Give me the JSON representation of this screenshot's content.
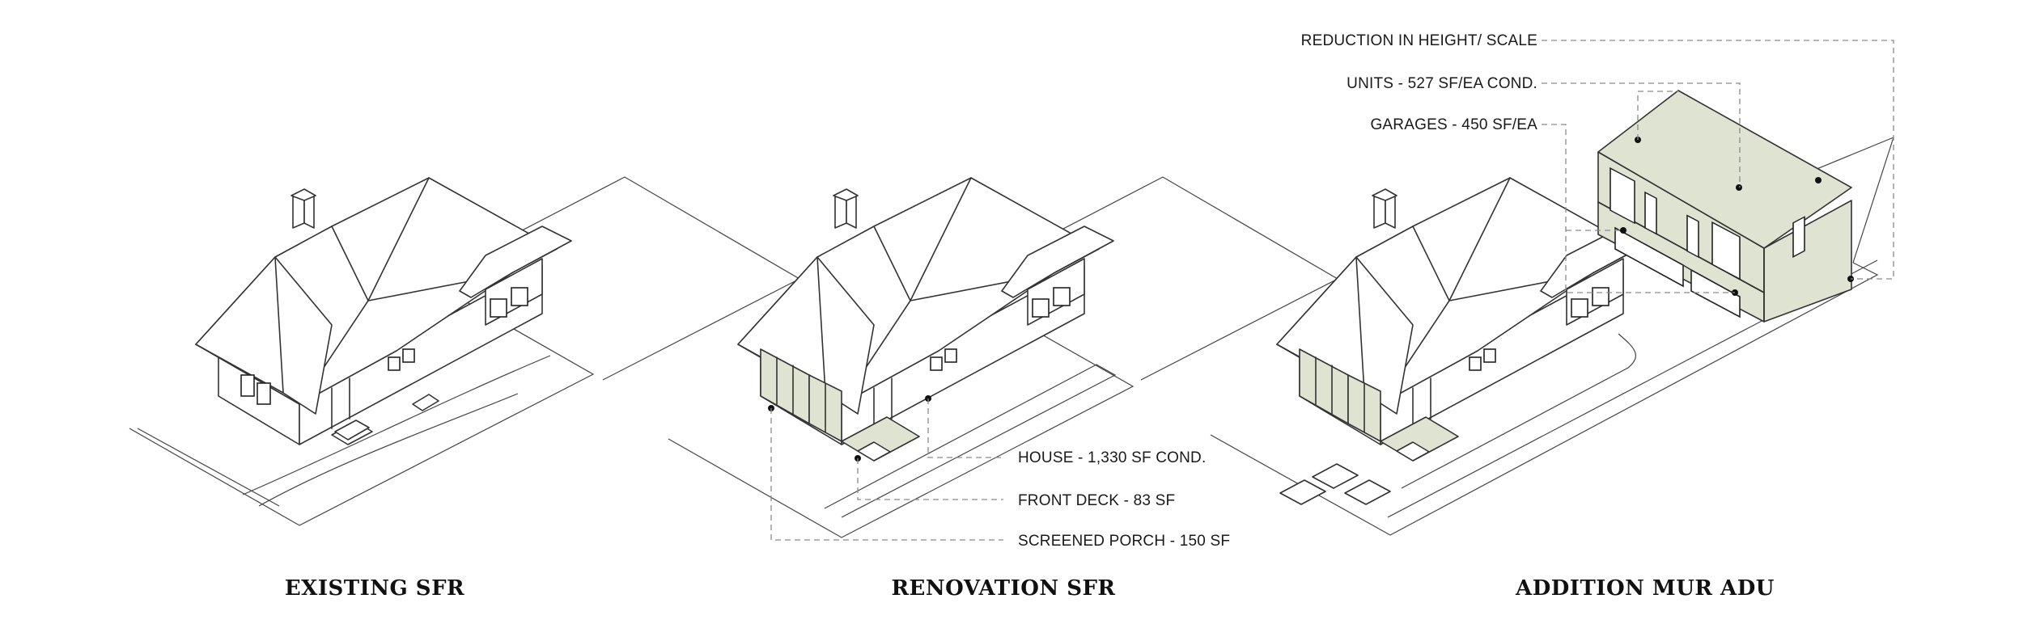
{
  "colors": {
    "line": "#333333",
    "highlight": "#dfe3d2",
    "leader": "#8a8a8a",
    "background": "#ffffff"
  },
  "panels": [
    {
      "caption": "EXISTING SFR"
    },
    {
      "caption": "RENOVATION SFR"
    },
    {
      "caption": "ADDITION MUR ADU"
    }
  ],
  "renovation_labels": {
    "house": "HOUSE - 1,330 SF COND.",
    "front_deck": "FRONT DECK - 83 SF",
    "screened_porch": "SCREENED PORCH - 150 SF"
  },
  "addition_labels": {
    "reduction": "REDUCTION IN HEIGHT/ SCALE",
    "units": "UNITS - 527 SF/EA COND.",
    "garages": "GARAGES - 450 SF/EA"
  }
}
